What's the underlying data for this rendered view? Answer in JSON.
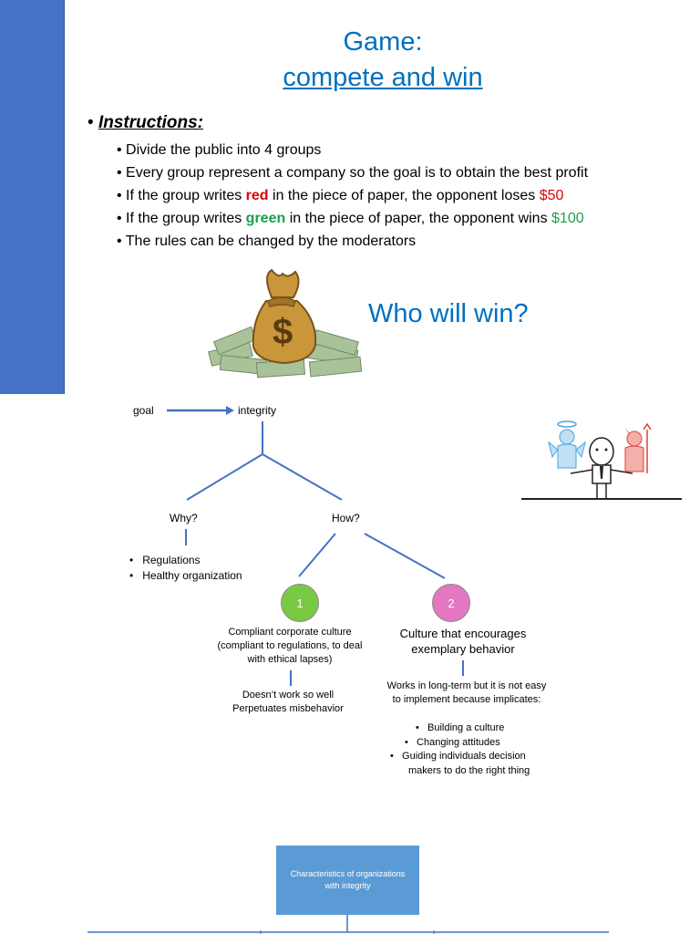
{
  "title": {
    "line1": "Game:",
    "line2": "compete and win"
  },
  "instructions": {
    "label": "Instructions:",
    "items": [
      {
        "text": "Divide the public into 4 groups"
      },
      {
        "text": "Every group represent a company so the goal is to obtain the best profit"
      },
      {
        "pre": "If the group writes ",
        "highlight": "red",
        "mid": " in the piece of paper, the opponent loses ",
        "amount": "$50"
      },
      {
        "pre": "If the group writes ",
        "highlight": "green",
        "mid": " in the piece of paper, the opponent wins ",
        "amount": "$100"
      },
      {
        "text": "The rules can be changed by the moderators"
      }
    ]
  },
  "who_will_win": "Who will win?",
  "diagram": {
    "goal": "goal",
    "integrity": "integrity",
    "why": "Why?",
    "how": "How?",
    "why_items": [
      "Regulations",
      "Healthy organization"
    ],
    "node1": {
      "number": "1",
      "text": "Compliant corporate culture (compliant to regulations, to deal with ethical lapses)",
      "result_line1": "Doesn’t work so well",
      "result_line2": "Perpetuates misbehavior"
    },
    "node2": {
      "number": "2",
      "text": "Culture that encourages exemplary behavior",
      "result": "Works in long-term but it is not easy to implement because implicates:",
      "items": [
        "Building a culture",
        "Changing attitudes",
        "Guiding individuals decision makers to do the right thing"
      ]
    },
    "box": "Characteristics of organizations with integrity"
  },
  "colors": {
    "accent": "#0070c0",
    "sidebar": "#4472c4",
    "red": "#e00000",
    "green": "#1aa24a",
    "circle1": "#7ac943",
    "circle2": "#e377c2",
    "box": "#5b9bd5"
  }
}
